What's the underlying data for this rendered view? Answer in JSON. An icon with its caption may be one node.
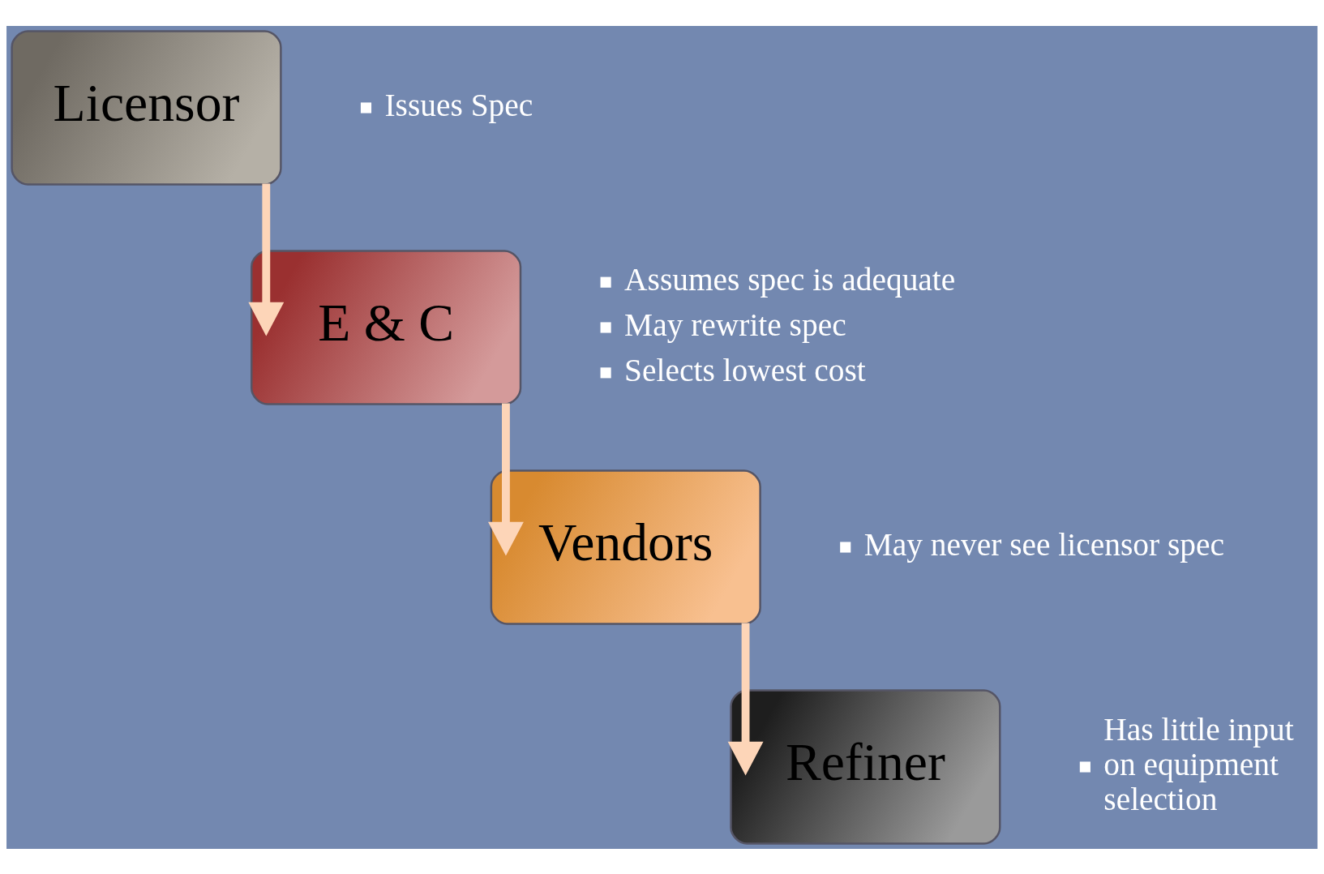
{
  "diagram": {
    "nodes": [
      {
        "text": [
          "Licensor"
        ],
        "beside": [
          "Issues Spec"
        ]
      },
      {
        "text": [
          "E & C"
        ],
        "beside": [
          "Assumes spec is adequate",
          "May rewrite spec",
          "Selects lowest cost"
        ]
      },
      {
        "text": [
          "Vendors"
        ],
        "beside": [
          "May never see licensor spec"
        ]
      },
      {
        "text": [
          "Refiner"
        ],
        "beside": [
          "Has little input on equipment selection"
        ]
      }
    ],
    "edges": [
      {
        "from": 0,
        "to": 1,
        "arrow": "to"
      },
      {
        "from": 1,
        "to": 2,
        "arrow": "to"
      },
      {
        "from": 2,
        "to": 3,
        "arrow": "to"
      }
    ]
  }
}
